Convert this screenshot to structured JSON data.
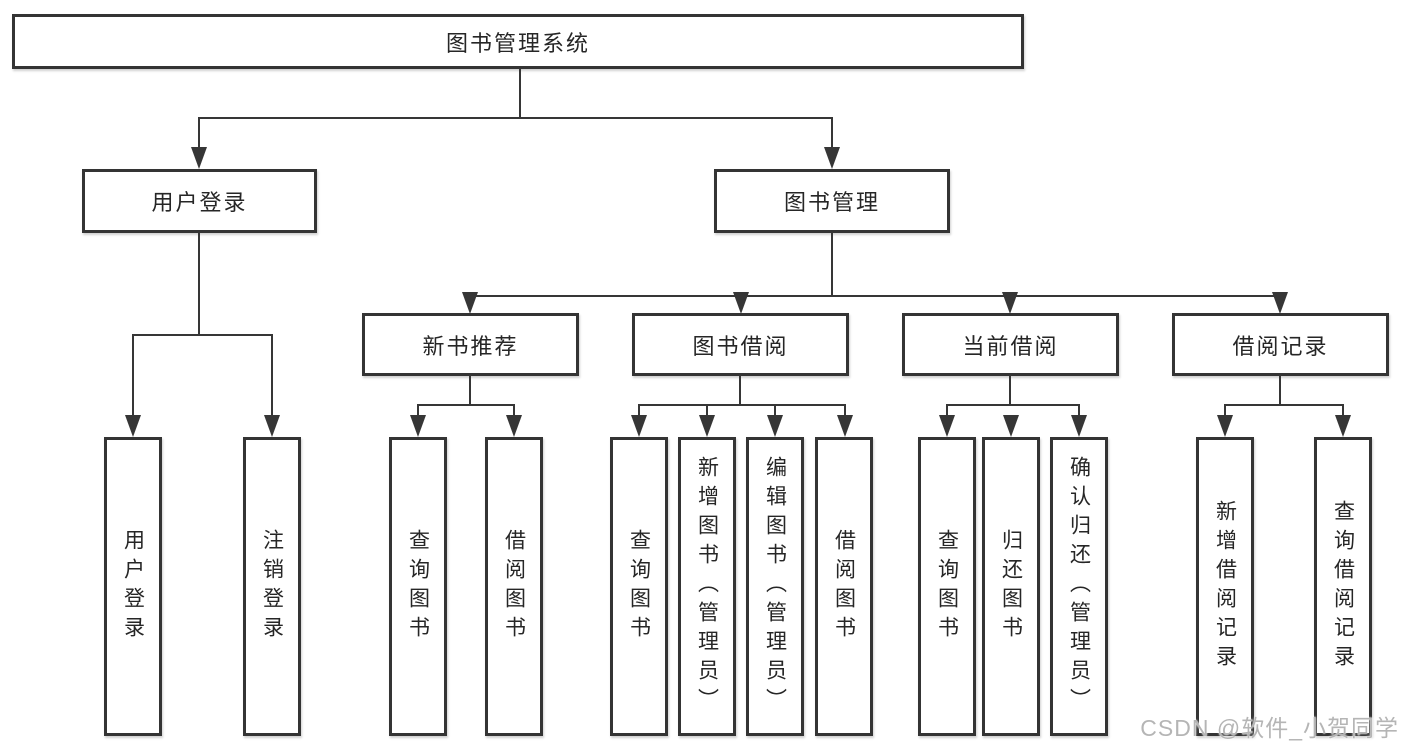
{
  "diagram": {
    "title": "图书管理系统",
    "branches": [
      {
        "label": "用户登录",
        "children": [
          "用户登录",
          "注销登录"
        ]
      },
      {
        "label": "图书管理",
        "sections": [
          {
            "label": "新书推荐",
            "children": [
              "查询图书",
              "借阅图书"
            ]
          },
          {
            "label": "图书借阅",
            "children": [
              "查询图书",
              "新增图书（管理员）",
              "编辑图书（管理员）",
              "借阅图书"
            ]
          },
          {
            "label": "当前借阅",
            "children": [
              "查询图书",
              "归还图书",
              "确认归还（管理员）"
            ]
          },
          {
            "label": "借阅记录",
            "children": [
              "新增借阅记录",
              "查询借阅记录"
            ]
          }
        ]
      }
    ],
    "watermark": "CSDN @软件_小贺同学",
    "colors": {
      "line": "#363636",
      "border": "#343434",
      "text": "#262626",
      "watermark": "#b5b5b5",
      "background": "#ffffff"
    }
  }
}
